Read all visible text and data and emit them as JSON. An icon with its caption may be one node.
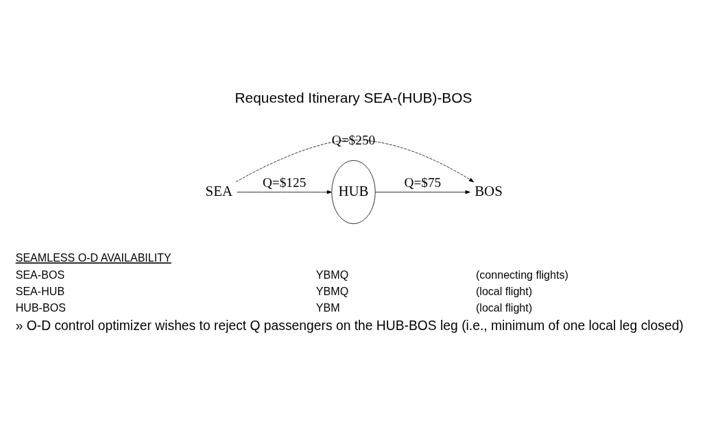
{
  "diagram": {
    "title": "Requested Itinerary SEA-(HUB)-BOS",
    "nodes": [
      {
        "text": [
          "SEA"
        ]
      },
      {
        "text": [
          "HUB"
        ]
      },
      {
        "text": [
          "BOS"
        ]
      }
    ],
    "edges": [
      {
        "from": 0,
        "to": 1,
        "arrow": "to",
        "label": "Q=$125"
      },
      {
        "from": 1,
        "to": 2,
        "arrow": "to",
        "label": "Q=$75"
      },
      {
        "from": 0,
        "to": 2,
        "arrow": "to",
        "style": "dashed",
        "label": "Q=$250"
      }
    ],
    "labels": [
      "SEAMLESS O-D AVAILABILITY",
      "SEA-BOS",
      "YBMQ",
      "(connecting flights)",
      "SEA-HUB",
      "YBMQ",
      "(local flight)",
      "HUB-BOS",
      "YBM",
      "(local flight)",
      "» O-D control optimizer wishes to reject Q passengers on the HUB-BOS leg (i.e., minimum of one local leg closed)"
    ]
  }
}
